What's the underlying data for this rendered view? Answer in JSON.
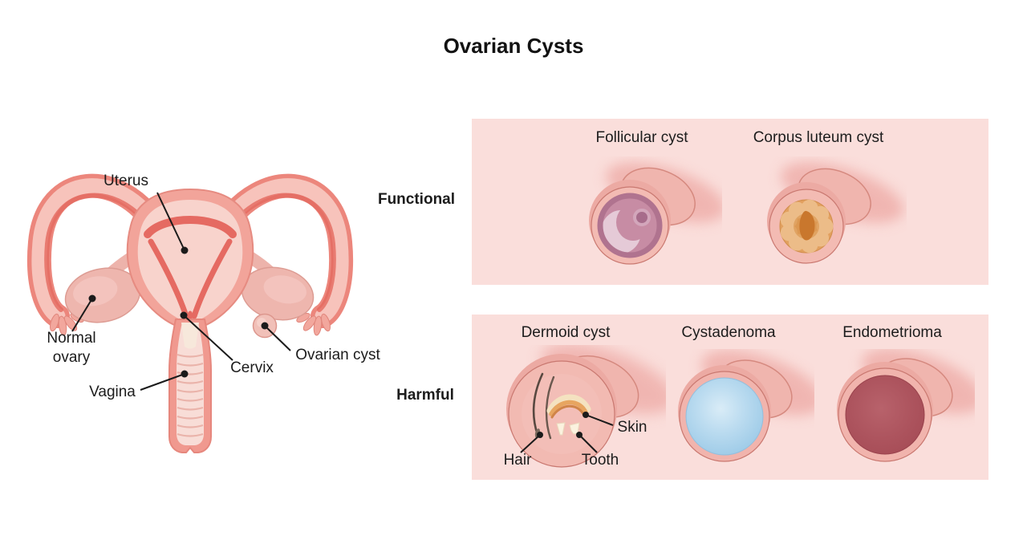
{
  "title": "Ovarian Cysts",
  "anatomy": {
    "labels": {
      "uterus": "Uterus",
      "normal_ovary": "Normal ovary",
      "cervix": "Cervix",
      "vagina": "Vagina",
      "ovarian_cyst": "Ovarian cyst"
    }
  },
  "functional": {
    "label": "Functional",
    "items": [
      {
        "name": "Follicular cyst"
      },
      {
        "name": "Corpus luteum cyst"
      }
    ]
  },
  "harmful": {
    "label": "Harmful",
    "items": [
      {
        "name": "Dermoid cyst"
      },
      {
        "name": "Cystadenoma"
      },
      {
        "name": "Endometrioma"
      }
    ],
    "dermoid_parts": {
      "hair": "Hair",
      "tooth": "Tooth",
      "skin": "Skin"
    }
  },
  "colors": {
    "panel_bg": "#fadedb",
    "tissue_outer": "#f2a49a",
    "tissue_inner": "#f8d3cc",
    "tissue_dark_lining": "#e56a62",
    "ovary_pink": "#eeb6ae",
    "follicle_mauve": "#c78ca4",
    "corpus_luteum_orange": "#e2a05f",
    "cystadenoma_blue": "#9ccae7",
    "endometrioma_red": "#a64c56",
    "label_text": "#1c1c1c"
  }
}
